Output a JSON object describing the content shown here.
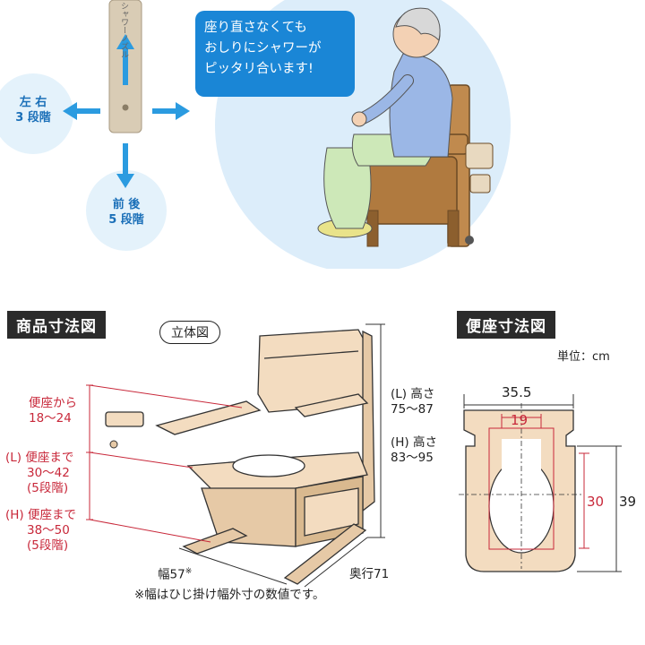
{
  "top": {
    "nozzle_label": "シャワーノズル",
    "left_right": {
      "line1": "左 右",
      "line2": "3 段階"
    },
    "front_back": {
      "line1": "前 後",
      "line2": "5 段階"
    },
    "bubble": {
      "line1": "座り直さなくても",
      "line2": "おしりにシャワーが",
      "line3": "ピッタリ合います!"
    }
  },
  "product": {
    "header": "商品寸法図",
    "view_label": "立体図",
    "seat_from_label": {
      "line1": "便座から",
      "line2": "18～24"
    },
    "low_seat": {
      "line1": "(L) 便座まで",
      "line2": "30～42",
      "line3": "(5段階)"
    },
    "high_seat": {
      "line1": "(H) 便座まで",
      "line2": "38～50",
      "line3": "(5段階)"
    },
    "low_height": {
      "line1": "(L) 高さ",
      "line2": "75～87"
    },
    "high_height": {
      "line1": "(H) 高さ",
      "line2": "83～95"
    },
    "width": "幅57",
    "width_mark": "※",
    "depth": "奥行71",
    "note": "※幅はひじ掛け幅外寸の数値です。"
  },
  "seat": {
    "header": "便座寸法図",
    "unit": "単位：cm",
    "outer_width": "35.5",
    "inner_width": "19",
    "inner_depth": "30",
    "outer_depth": "39"
  },
  "colors": {
    "accent_blue": "#1a86d6",
    "arrow_blue": "#2b9be0",
    "dimension_red": "#c8283a",
    "chair_wood": "#b07a3f",
    "seat_beige": "#f3dcc0"
  }
}
